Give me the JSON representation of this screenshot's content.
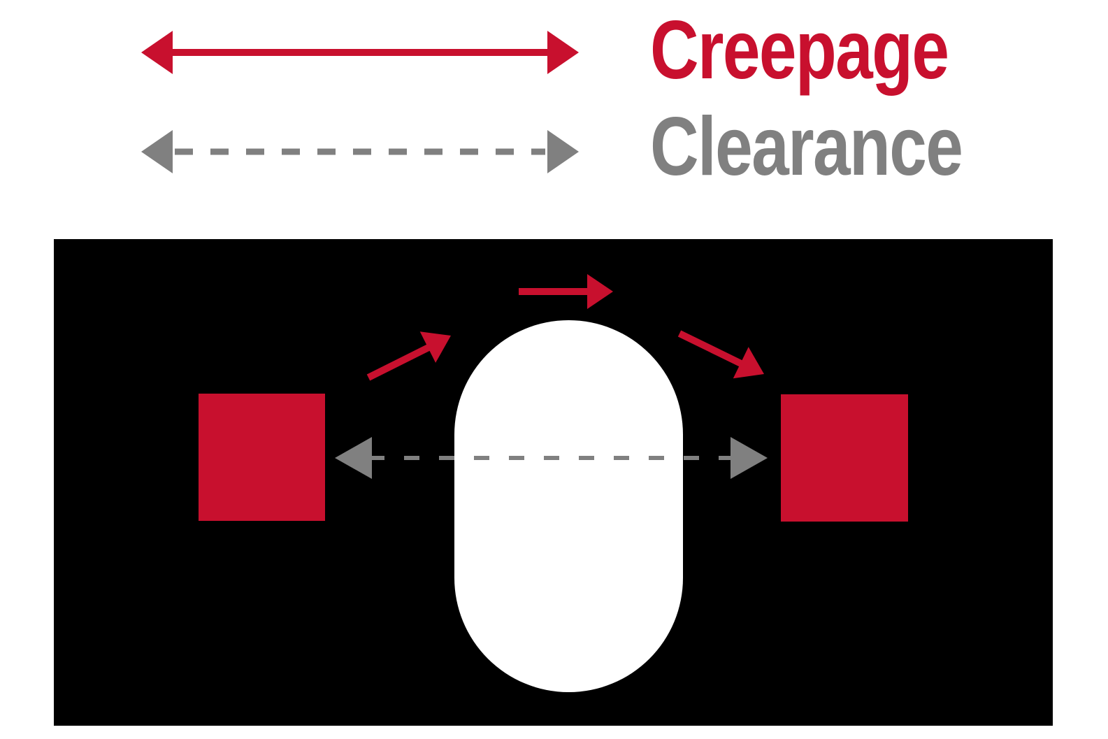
{
  "legend": {
    "creepage": {
      "label": "Creepage",
      "line_style": "solid"
    },
    "clearance": {
      "label": "Clearance",
      "line_style": "dashed"
    }
  },
  "colors": {
    "creepage-red": "#C8102E",
    "clearance-gray": "#808080",
    "board-black": "#000000",
    "barrier-white": "#FFFFFF",
    "background": "#FFFFFF"
  }
}
